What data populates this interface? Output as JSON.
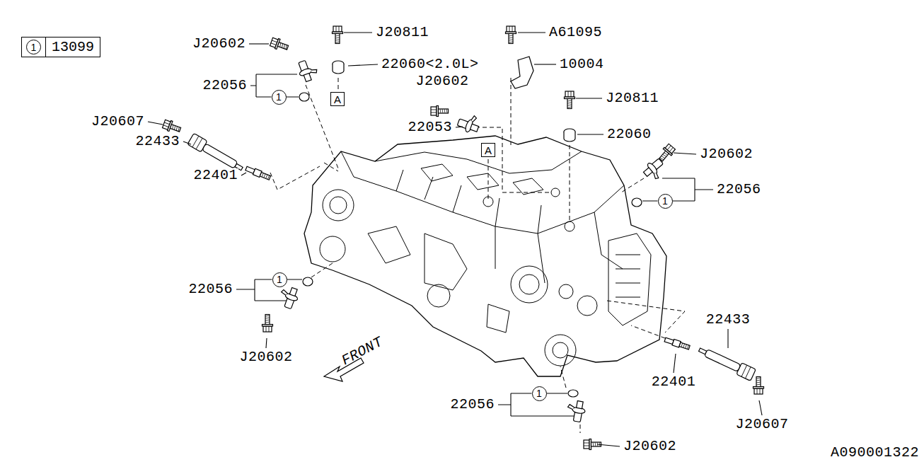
{
  "diagram": {
    "nodes": [
      {
        "text": [
          "13099"
        ]
      },
      {
        "text": [
          "1"
        ],
        "in": 0
      },
      {
        "text": [
          "1"
        ]
      },
      {
        "text": [
          "A"
        ]
      },
      {
        "text": [
          "A"
        ]
      },
      {
        "text": [
          "1"
        ]
      },
      {
        "text": [
          "1"
        ]
      },
      {
        "text": [
          "1"
        ]
      }
    ],
    "labels": [
      "J20602",
      "J20811",
      "A61095",
      "22056",
      "22060<2.0L>",
      "10004",
      "J20602",
      "J20607",
      "22053",
      "J20811",
      "22433",
      "22060",
      "J20602",
      "22401",
      "22056",
      "22056",
      "J20602",
      "22433",
      "22401",
      "22056",
      "J20607",
      "J20602",
      "A090001322",
      "FRONT"
    ]
  }
}
